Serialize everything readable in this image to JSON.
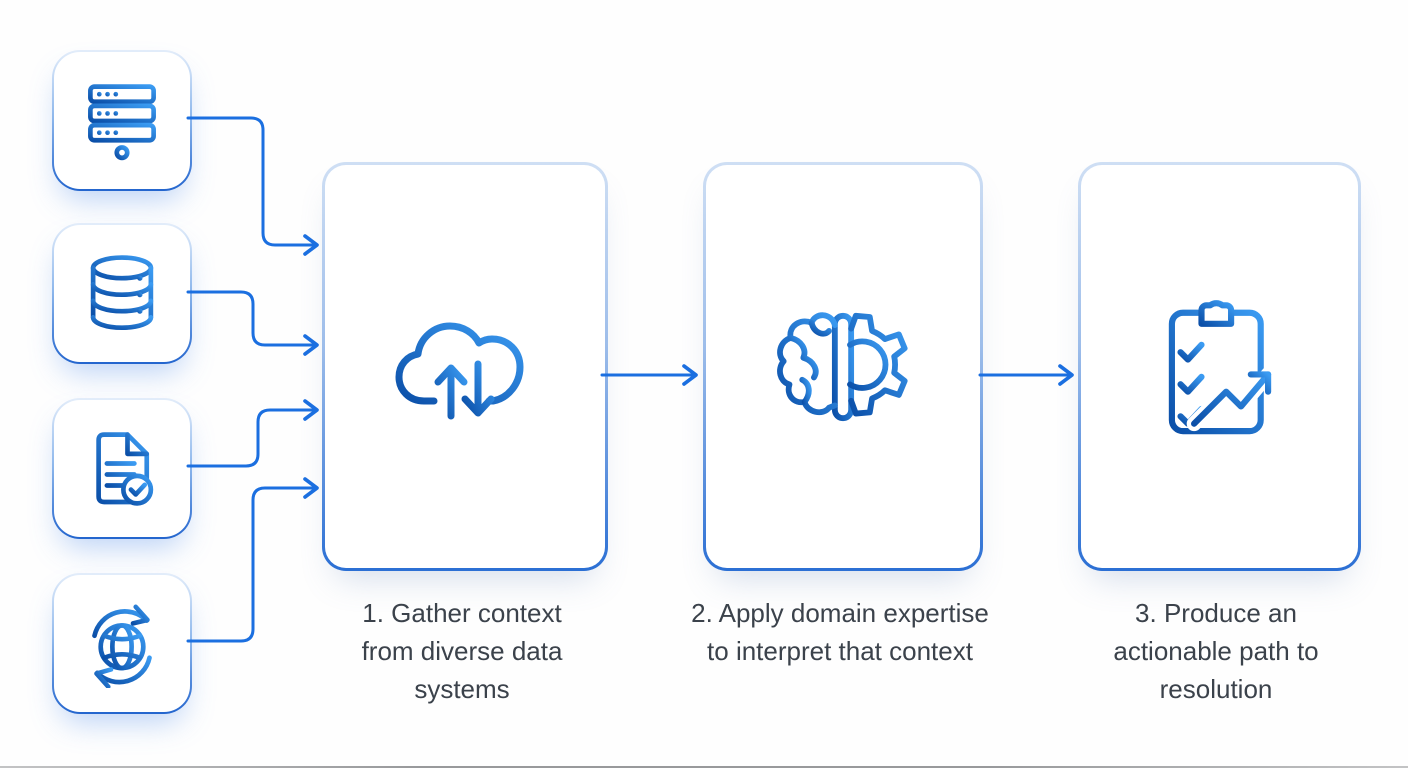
{
  "diagram": {
    "title_hidden": "",
    "sources": [
      {
        "icon": "server-rack-icon",
        "name": "server rack"
      },
      {
        "icon": "database-icon",
        "name": "database"
      },
      {
        "icon": "document-check-icon",
        "name": "verified document"
      },
      {
        "icon": "globe-sync-icon",
        "name": "web sync"
      }
    ],
    "steps": [
      {
        "icon": "cloud-transfer-icon",
        "label": "1. Gather context from diverse data systems"
      },
      {
        "icon": "brain-gear-icon",
        "label": "2. Apply domain expertise to interpret that context"
      },
      {
        "icon": "clipboard-chart-icon",
        "label": "3. Produce an actionable path to resolution"
      }
    ],
    "colors": {
      "icon_gradient_dark": "#0b4fa8",
      "icon_gradient_light": "#3b9bf2",
      "connector": "#1b6fe0",
      "card_border_top": "#cfdff4",
      "card_border_bottom": "#2b6fd4",
      "text": "#3b424b",
      "background": "#fefefe"
    }
  }
}
